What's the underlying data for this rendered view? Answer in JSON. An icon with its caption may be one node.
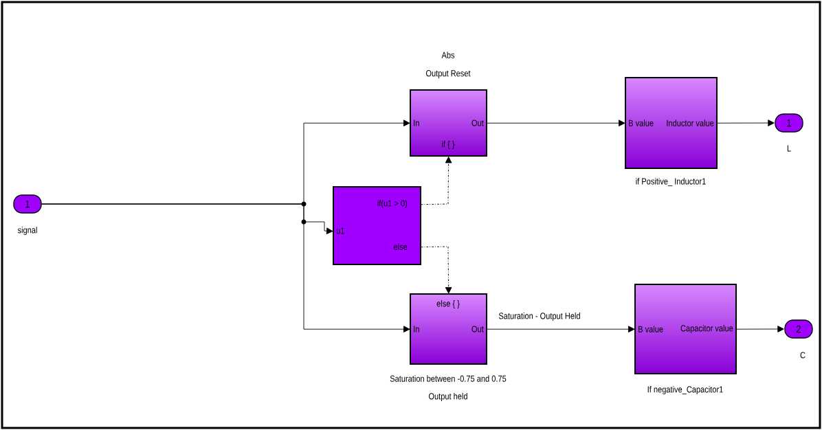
{
  "diagram": {
    "nodes": [
      {
        "text": [
          "1"
        ],
        "beside": [
          "signal"
        ]
      },
      {
        "text": [
          "In",
          "Out",
          "if { }"
        ],
        "beside": [
          "Abs",
          "Output Reset"
        ]
      },
      {
        "text": [
          "u1",
          "if(u1 > 0)",
          "else"
        ]
      },
      {
        "text": [
          "else { }",
          "In",
          "Out"
        ],
        "beside": [
          "Saturation between -0.75 and 0.75",
          "Output held"
        ]
      },
      {
        "text": [
          "B value",
          "Inductor value"
        ],
        "beside": [
          "if Positive_ Inductor1"
        ]
      },
      {
        "text": [
          "B value",
          "Capacitor value"
        ],
        "beside": [
          "If negative_Capacitor1"
        ]
      },
      {
        "text": [
          "1"
        ],
        "beside": [
          "L"
        ]
      },
      {
        "text": [
          "2"
        ],
        "beside": [
          "C"
        ]
      }
    ],
    "edges": [
      {
        "from": 0,
        "to": 1,
        "arrow": "to"
      },
      {
        "from": 0,
        "to": 2,
        "arrow": "to"
      },
      {
        "from": 0,
        "to": 3,
        "arrow": "to"
      },
      {
        "from": 2,
        "to": 1,
        "arrow": "to",
        "style": "dashed"
      },
      {
        "from": 2,
        "to": 3,
        "arrow": "to",
        "style": "dashed"
      },
      {
        "from": 1,
        "to": 4,
        "arrow": "to"
      },
      {
        "from": 3,
        "to": 5,
        "arrow": "to",
        "label": "Saturation - Output Held"
      },
      {
        "from": 4,
        "to": 6,
        "arrow": "to"
      },
      {
        "from": 5,
        "to": 7,
        "arrow": "to"
      }
    ]
  }
}
